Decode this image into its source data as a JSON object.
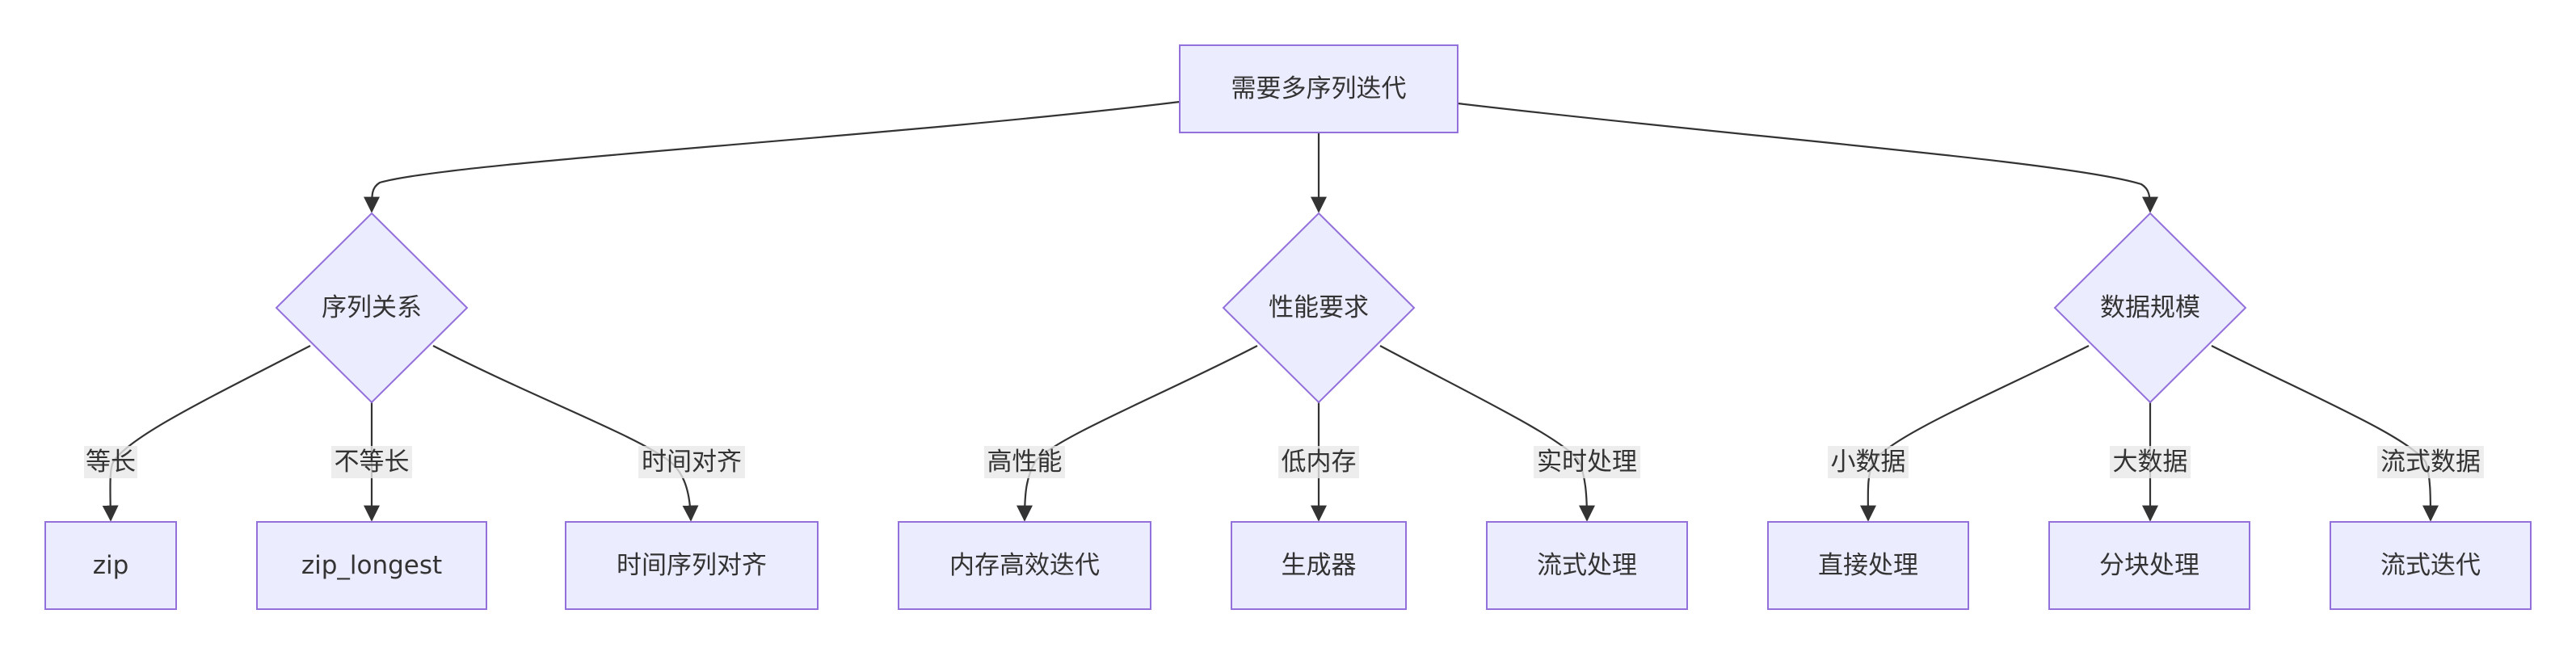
{
  "nodes": {
    "root": "需要多序列迭代",
    "d_relation": "序列关系",
    "d_performance": "性能要求",
    "d_scale": "数据规模",
    "l_zip": "zip",
    "l_zip_longest": "zip_longest",
    "l_time_align": "时间序列对齐",
    "l_mem_efficient": "内存高效迭代",
    "l_generator": "生成器",
    "l_stream_proc": "流式处理",
    "l_direct": "直接处理",
    "l_chunk": "分块处理",
    "l_stream_iter": "流式迭代"
  },
  "edge_labels": {
    "equal_len": "等长",
    "unequal_len": "不等长",
    "time_align": "时间对齐",
    "high_perf": "高性能",
    "low_mem": "低内存",
    "realtime": "实时处理",
    "small_data": "小数据",
    "big_data": "大数据",
    "stream_data": "流式数据"
  },
  "colors": {
    "node_fill": "#ECECFF",
    "node_stroke": "#9370DB",
    "edge": "#333333",
    "label_bg": "#e8e8e8"
  }
}
